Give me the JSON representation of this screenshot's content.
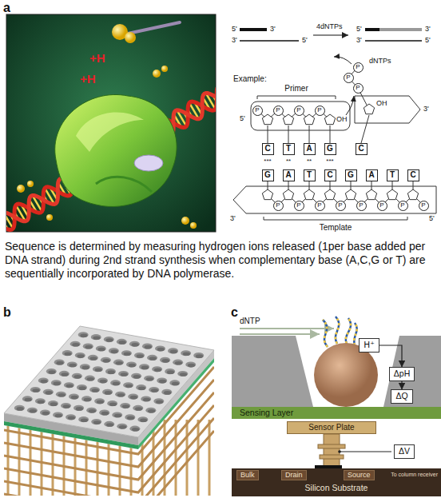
{
  "diagram": {
    "caption": "Sequence is determined by measuring hydrogen ions released (1per base added per DNA strand) during 2nd strand synthesis when complementary base (A,C,G or T) are sequentially incorporated by DNA polymerase.",
    "nodes": [
      {
        "text": [
          "P"
        ]
      },
      {
        "text": [
          "P"
        ]
      },
      {
        "text": [
          "P"
        ]
      },
      {
        "text": [
          "P"
        ]
      },
      {
        "text": [
          "P"
        ]
      },
      {
        "text": [
          "P"
        ]
      },
      {
        "text": [
          "P"
        ]
      },
      {
        "text": [
          "C"
        ]
      },
      {
        "text": [
          "C"
        ]
      },
      {
        "text": [
          "T"
        ]
      },
      {
        "text": [
          "A"
        ]
      },
      {
        "text": [
          "G"
        ]
      },
      {
        "text": [
          "G"
        ]
      },
      {
        "text": [
          "A"
        ]
      },
      {
        "text": [
          "T"
        ]
      },
      {
        "text": [
          "C"
        ]
      },
      {
        "text": [
          "G"
        ]
      },
      {
        "text": [
          "A"
        ]
      },
      {
        "text": [
          "T"
        ]
      },
      {
        "text": [
          "C"
        ]
      },
      {
        "text": [
          "P"
        ]
      },
      {
        "text": [
          "P"
        ]
      },
      {
        "text": [
          "P"
        ]
      },
      {
        "text": [
          "P"
        ]
      },
      {
        "text": [
          "P"
        ]
      },
      {
        "text": [
          "P"
        ]
      },
      {
        "text": [
          "P"
        ]
      },
      {
        "text": [
          "P"
        ]
      },
      {
        "text": [
          "H⁺"
        ]
      },
      {
        "text": [
          "ΔpH"
        ]
      },
      {
        "text": [
          "ΔQ"
        ]
      },
      {
        "text": [
          "Sensing Layer"
        ]
      },
      {
        "text": [
          "Sensor Plate"
        ]
      },
      {
        "text": [
          "ΔV"
        ]
      },
      {
        "text": [
          "Silicon Substrate"
        ]
      },
      {
        "text": [
          "Bulk"
        ],
        "in": 34
      },
      {
        "text": [
          "Drain"
        ],
        "in": 34
      },
      {
        "text": [
          "Source"
        ],
        "in": 34
      }
    ],
    "edges": [
      {
        "from": 28,
        "to": 29,
        "arrow": "to"
      },
      {
        "from": 29,
        "to": 30,
        "arrow": "to"
      }
    ],
    "labels": [
      "a",
      "5'",
      "3'",
      "3'",
      "5'",
      "4dNTPs",
      "5'",
      "3'",
      "3'",
      "5'",
      "+H",
      "+H",
      "dNTPs",
      "Example:",
      "Primer",
      "5'",
      "OH",
      "OH",
      "3'",
      "***",
      "**",
      "**",
      "***",
      "3'",
      "5'",
      "Template",
      "b",
      "c",
      "dNTP",
      "To column receiver"
    ]
  }
}
